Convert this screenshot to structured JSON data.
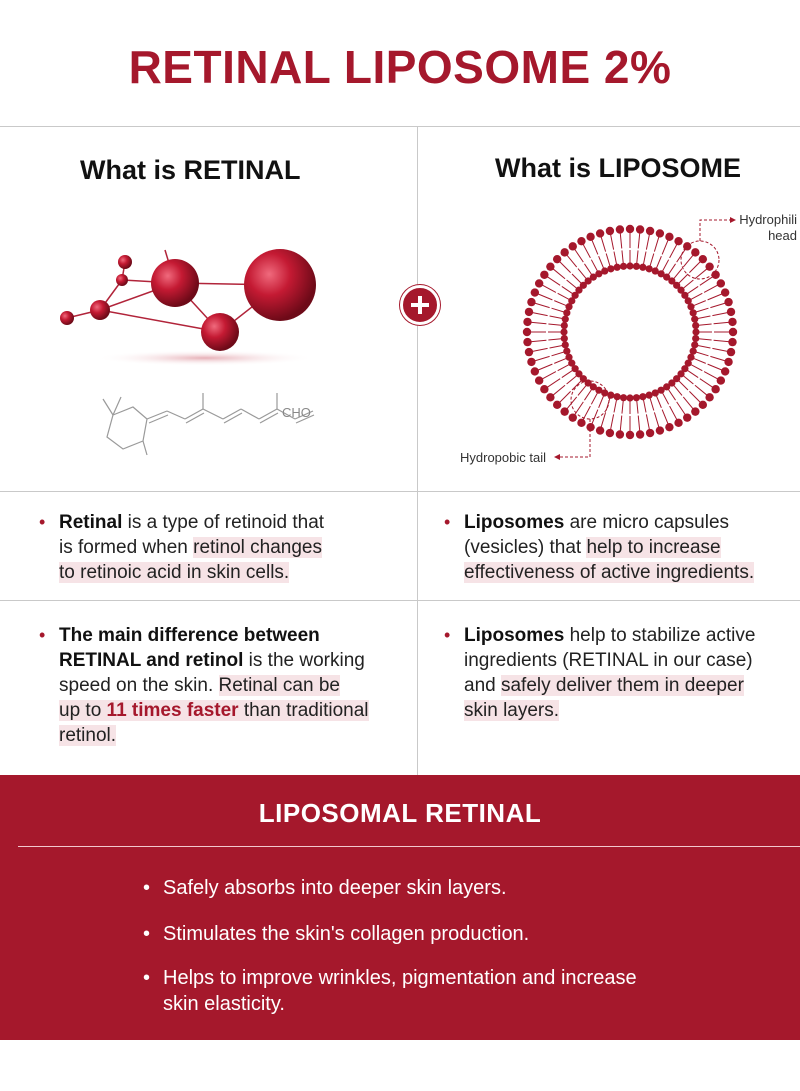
{
  "header": {
    "title": "RETINAL LIPOSOME 2%"
  },
  "left_column": {
    "heading": "What is RETINAL",
    "molecule_formula_label": "CHO"
  },
  "right_column": {
    "heading": "What is LIPOSOME",
    "label_head_line1": "Hydrophili",
    "label_head_line2": "head",
    "label_tail": "Hydropobic tail"
  },
  "left_bullets": {
    "b1": {
      "bold": "Retinal",
      "text1": " is a type of retinoid that",
      "text2": "is formed when ",
      "hl1": "retinol changes",
      "hl2": "to retinoic acid in skin cells."
    },
    "b2": {
      "bold1": "The main difference between",
      "bold2": "RETINAL and retinol",
      "text1": " is the working",
      "text2": "speed  on the skin. ",
      "hl1": "Retinal can be",
      "hl2a": "up to ",
      "red": "11 times faster",
      "hl2b": " than traditional",
      "hl3": "retinol."
    }
  },
  "right_bullets": {
    "b1": {
      "bold": "Liposomes",
      "text1": " are micro capsules",
      "text2": "(vesicles) that ",
      "hl1": "help to increase",
      "hl2": "effectiveness of active ingredients."
    },
    "b2": {
      "bold": "Liposomes",
      "text1": " help to stabilize active",
      "text2": "ingredients (RETINAL in our case)",
      "text3": "and ",
      "hl1": "safely deliver them in deeper",
      "hl2": "skin layers."
    }
  },
  "bottom": {
    "title": "LIPOSOMAL RETINAL",
    "benefits": [
      "Safely absorbs into deeper skin layers.",
      "Stimulates the skin's collagen production.",
      "Helps to improve wrinkles, pigmentation and increase",
      "skin elasticity."
    ]
  },
  "colors": {
    "accent": "#a5182c",
    "highlight": "#f6e3e6",
    "divider": "#c9c9c9"
  }
}
